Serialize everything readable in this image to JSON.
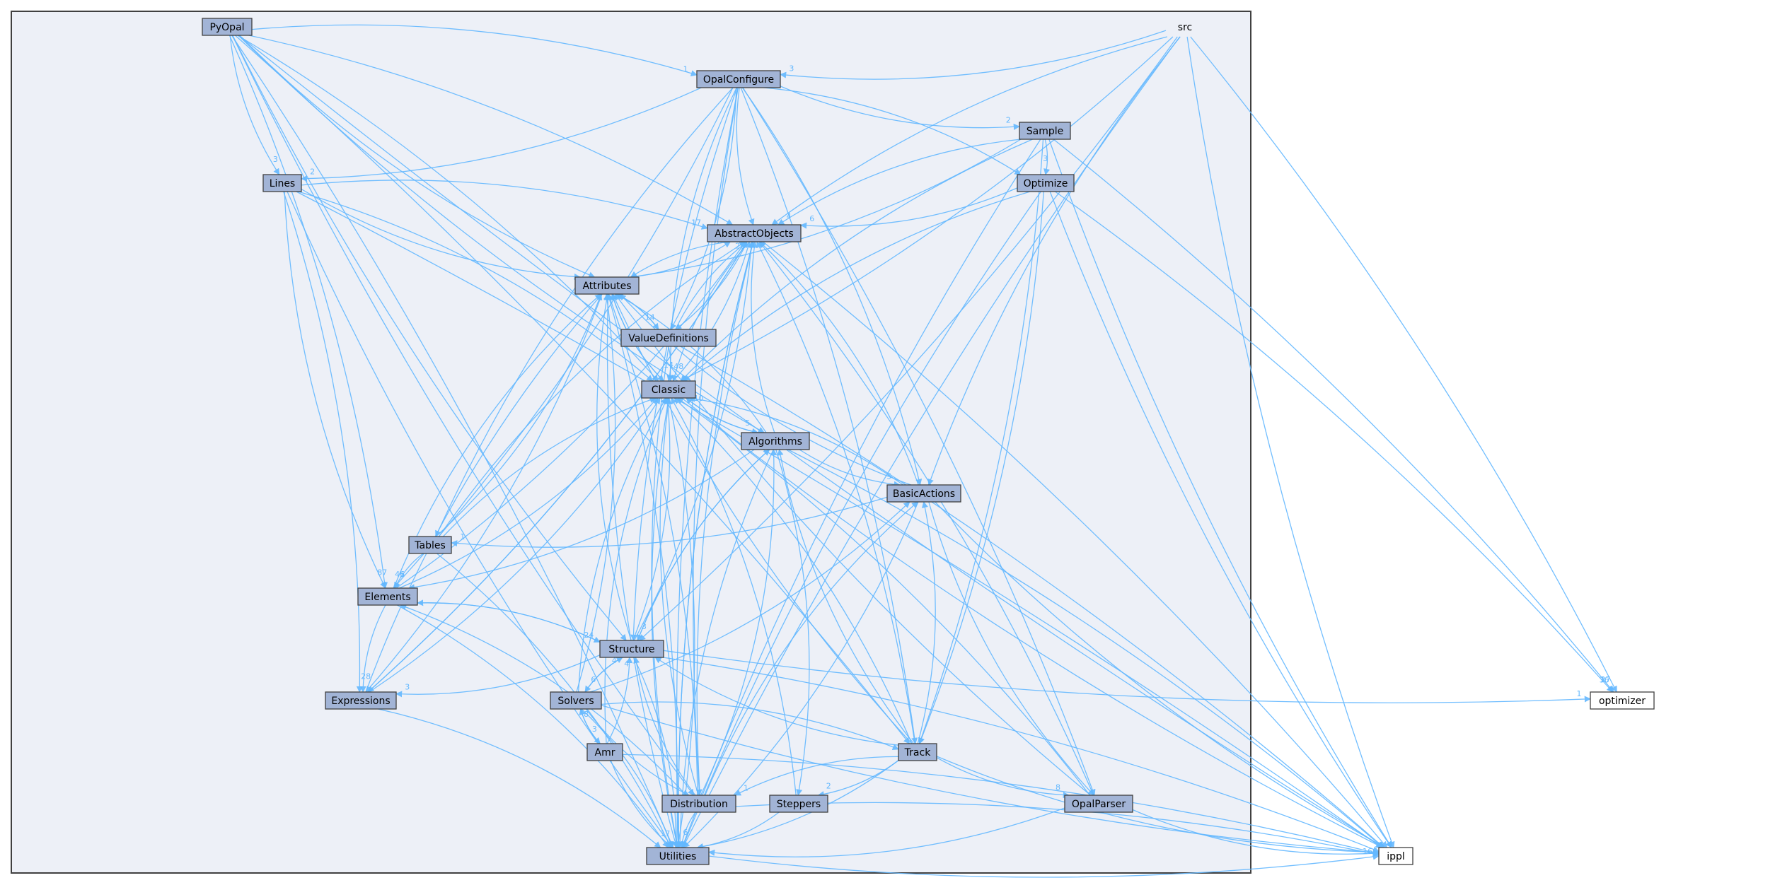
{
  "diagram": {
    "container_label": "src",
    "colors": {
      "background": "#ffffff",
      "cluster_fill": "#edf0f7",
      "cluster_border": "#404040",
      "node_fill": "#a2b4d6",
      "node_border": "#404040",
      "external_fill": "#ffffff",
      "external_border": "#ff0000",
      "edge": "#63b8ff"
    },
    "nodes": [
      {
        "id": "PyOpal",
        "label": "PyOpal"
      },
      {
        "id": "OpalConfigure",
        "label": "OpalConfigure"
      },
      {
        "id": "Sample",
        "label": "Sample"
      },
      {
        "id": "Optimize",
        "label": "Optimize"
      },
      {
        "id": "Lines",
        "label": "Lines"
      },
      {
        "id": "AbstractObjects",
        "label": "AbstractObjects"
      },
      {
        "id": "Attributes",
        "label": "Attributes"
      },
      {
        "id": "ValueDefinitions",
        "label": "ValueDefinitions"
      },
      {
        "id": "Classic",
        "label": "Classic"
      },
      {
        "id": "Algorithms",
        "label": "Algorithms"
      },
      {
        "id": "BasicActions",
        "label": "BasicActions"
      },
      {
        "id": "Tables",
        "label": "Tables"
      },
      {
        "id": "Elements",
        "label": "Elements"
      },
      {
        "id": "Structure",
        "label": "Structure"
      },
      {
        "id": "Expressions",
        "label": "Expressions"
      },
      {
        "id": "Solvers",
        "label": "Solvers"
      },
      {
        "id": "Amr",
        "label": "Amr"
      },
      {
        "id": "Track",
        "label": "Track"
      },
      {
        "id": "Distribution",
        "label": "Distribution"
      },
      {
        "id": "Steppers",
        "label": "Steppers"
      },
      {
        "id": "OpalParser",
        "label": "OpalParser"
      },
      {
        "id": "Utilities",
        "label": "Utilities"
      },
      {
        "id": "optimizer",
        "label": "optimizer",
        "external": true
      },
      {
        "id": "ippl",
        "label": "ippl",
        "external": true
      }
    ],
    "edges": [
      {
        "from": "PyOpal",
        "to": "OpalConfigure",
        "label": "1"
      },
      {
        "from": "PyOpal",
        "to": "Lines",
        "label": "3"
      },
      {
        "from": "PyOpal",
        "to": "AbstractObjects",
        "label": ""
      },
      {
        "from": "PyOpal",
        "to": "Attributes",
        "label": ""
      },
      {
        "from": "PyOpal",
        "to": "Classic",
        "label": ""
      },
      {
        "from": "PyOpal",
        "to": "Algorithms",
        "label": ""
      },
      {
        "from": "PyOpal",
        "to": "Elements",
        "label": "87"
      },
      {
        "from": "PyOpal",
        "to": "Structure",
        "label": ""
      },
      {
        "from": "PyOpal",
        "to": "Track",
        "label": ""
      },
      {
        "from": "PyOpal",
        "to": "Distribution",
        "label": ""
      },
      {
        "from": "PyOpal",
        "to": "Utilities",
        "label": ""
      },
      {
        "from": "PyOpal",
        "to": "ippl",
        "label": ""
      },
      {
        "from": "src",
        "to": "OpalConfigure",
        "label": "3"
      },
      {
        "from": "src",
        "to": "AbstractObjects",
        "label": ""
      },
      {
        "from": "src",
        "to": "Classic",
        "label": ""
      },
      {
        "from": "src",
        "to": "BasicActions",
        "label": ""
      },
      {
        "from": "src",
        "to": "Structure",
        "label": ""
      },
      {
        "from": "src",
        "to": "Utilities",
        "label": ""
      },
      {
        "from": "src",
        "to": "optimizer",
        "label": ""
      },
      {
        "from": "src",
        "to": "ippl",
        "label": ""
      },
      {
        "from": "OpalConfigure",
        "to": "Lines",
        "label": "2"
      },
      {
        "from": "OpalConfigure",
        "to": "Sample",
        "label": "2"
      },
      {
        "from": "OpalConfigure",
        "to": "Optimize",
        "label": ""
      },
      {
        "from": "OpalConfigure",
        "to": "AbstractObjects",
        "label": ""
      },
      {
        "from": "OpalConfigure",
        "to": "ValueDefinitions",
        "label": ""
      },
      {
        "from": "OpalConfigure",
        "to": "Classic",
        "label": ""
      },
      {
        "from": "OpalConfigure",
        "to": "BasicActions",
        "label": ""
      },
      {
        "from": "OpalConfigure",
        "to": "Tables",
        "label": ""
      },
      {
        "from": "OpalConfigure",
        "to": "Elements",
        "label": "46"
      },
      {
        "from": "OpalConfigure",
        "to": "Structure",
        "label": ""
      },
      {
        "from": "OpalConfigure",
        "to": "Track",
        "label": ""
      },
      {
        "from": "OpalConfigure",
        "to": "Distribution",
        "label": ""
      },
      {
        "from": "OpalConfigure",
        "to": "OpalParser",
        "label": ""
      },
      {
        "from": "OpalConfigure",
        "to": "Utilities",
        "label": ""
      },
      {
        "from": "Sample",
        "to": "Optimize",
        "label": "3"
      },
      {
        "from": "Sample",
        "to": "AbstractObjects",
        "label": "4"
      },
      {
        "from": "Sample",
        "to": "Attributes",
        "label": ""
      },
      {
        "from": "Sample",
        "to": "Classic",
        "label": ""
      },
      {
        "from": "Sample",
        "to": "Track",
        "label": ""
      },
      {
        "from": "Sample",
        "to": "Utilities",
        "label": ""
      },
      {
        "from": "Sample",
        "to": "optimizer",
        "label": "27"
      },
      {
        "from": "Sample",
        "to": "ippl",
        "label": ""
      },
      {
        "from": "Optimize",
        "to": "AbstractObjects",
        "label": "6"
      },
      {
        "from": "Optimize",
        "to": "Classic",
        "label": ""
      },
      {
        "from": "Optimize",
        "to": "Track",
        "label": ""
      },
      {
        "from": "Optimize",
        "to": "Utilities",
        "label": ""
      },
      {
        "from": "Optimize",
        "to": "optimizer",
        "label": "36"
      },
      {
        "from": "Optimize",
        "to": "ippl",
        "label": ""
      },
      {
        "from": "Lines",
        "to": "AbstractObjects",
        "label": "17"
      },
      {
        "from": "Lines",
        "to": "Attributes",
        "label": ""
      },
      {
        "from": "Lines",
        "to": "Classic",
        "label": ""
      },
      {
        "from": "Lines",
        "to": "Elements",
        "label": ""
      },
      {
        "from": "Lines",
        "to": "Expressions",
        "label": ""
      },
      {
        "from": "Lines",
        "to": "Utilities",
        "label": ""
      },
      {
        "from": "Lines",
        "to": "ippl",
        "label": ""
      },
      {
        "from": "AbstractObjects",
        "to": "Attributes",
        "label": ""
      },
      {
        "from": "AbstractObjects",
        "to": "ValueDefinitions",
        "label": ""
      },
      {
        "from": "AbstractObjects",
        "to": "Classic",
        "label": "48"
      },
      {
        "from": "AbstractObjects",
        "to": "Expressions",
        "label": ""
      },
      {
        "from": "AbstractObjects",
        "to": "Utilities",
        "label": ""
      },
      {
        "from": "AbstractObjects",
        "to": "ippl",
        "label": ""
      },
      {
        "from": "Attributes",
        "to": "AbstractObjects",
        "label": "8"
      },
      {
        "from": "Attributes",
        "to": "ValueDefinitions",
        "label": "14"
      },
      {
        "from": "Attributes",
        "to": "Classic",
        "label": ""
      },
      {
        "from": "Attributes",
        "to": "Expressions",
        "label": ""
      },
      {
        "from": "Attributes",
        "to": "Utilities",
        "label": ""
      },
      {
        "from": "ValueDefinitions",
        "to": "AbstractObjects",
        "label": "25"
      },
      {
        "from": "ValueDefinitions",
        "to": "Attributes",
        "label": ""
      },
      {
        "from": "ValueDefinitions",
        "to": "Classic",
        "label": "14"
      },
      {
        "from": "ValueDefinitions",
        "to": "Utilities",
        "label": ""
      },
      {
        "from": "ValueDefinitions",
        "to": "ippl",
        "label": ""
      },
      {
        "from": "Classic",
        "to": "AbstractObjects",
        "label": ""
      },
      {
        "from": "Classic",
        "to": "Attributes",
        "label": ""
      },
      {
        "from": "Classic",
        "to": "Algorithms",
        "label": "5"
      },
      {
        "from": "Classic",
        "to": "Utilities",
        "label": ""
      },
      {
        "from": "Classic",
        "to": "ippl",
        "label": ""
      },
      {
        "from": "Algorithms",
        "to": "AbstractObjects",
        "label": ""
      },
      {
        "from": "Algorithms",
        "to": "Attributes",
        "label": ""
      },
      {
        "from": "Algorithms",
        "to": "Classic",
        "label": "110"
      },
      {
        "from": "Algorithms",
        "to": "BasicActions",
        "label": "5"
      },
      {
        "from": "Algorithms",
        "to": "Elements",
        "label": ""
      },
      {
        "from": "Algorithms",
        "to": "Structure",
        "label": "3"
      },
      {
        "from": "Algorithms",
        "to": "Steppers",
        "label": ""
      },
      {
        "from": "Algorithms",
        "to": "Utilities",
        "label": ""
      },
      {
        "from": "Algorithms",
        "to": "ippl",
        "label": ""
      },
      {
        "from": "BasicActions",
        "to": "AbstractObjects",
        "label": ""
      },
      {
        "from": "BasicActions",
        "to": "Attributes",
        "label": ""
      },
      {
        "from": "BasicActions",
        "to": "Classic",
        "label": ""
      },
      {
        "from": "BasicActions",
        "to": "Tables",
        "label": "1"
      },
      {
        "from": "BasicActions",
        "to": "OpalParser",
        "label": ""
      },
      {
        "from": "BasicActions",
        "to": "Utilities",
        "label": ""
      },
      {
        "from": "BasicActions",
        "to": "ippl",
        "label": ""
      },
      {
        "from": "Tables",
        "to": "AbstractObjects",
        "label": ""
      },
      {
        "from": "Tables",
        "to": "Attributes",
        "label": ""
      },
      {
        "from": "Tables",
        "to": "Classic",
        "label": ""
      },
      {
        "from": "Tables",
        "to": "Elements",
        "label": "5"
      },
      {
        "from": "Tables",
        "to": "Utilities",
        "label": ""
      },
      {
        "from": "Elements",
        "to": "AbstractObjects",
        "label": ""
      },
      {
        "from": "Elements",
        "to": "Attributes",
        "label": ""
      },
      {
        "from": "Elements",
        "to": "Classic",
        "label": ""
      },
      {
        "from": "Elements",
        "to": "Structure",
        "label": "24"
      },
      {
        "from": "Elements",
        "to": "Expressions",
        "label": "28"
      },
      {
        "from": "Elements",
        "to": "Utilities",
        "label": ""
      },
      {
        "from": "Structure",
        "to": "AbstractObjects",
        "label": ""
      },
      {
        "from": "Structure",
        "to": "Attributes",
        "label": ""
      },
      {
        "from": "Structure",
        "to": "Classic",
        "label": ""
      },
      {
        "from": "Structure",
        "to": "Algorithms",
        "label": ""
      },
      {
        "from": "Structure",
        "to": "Elements",
        "label": ""
      },
      {
        "from": "Structure",
        "to": "Expressions",
        "label": "3"
      },
      {
        "from": "Structure",
        "to": "Solvers",
        "label": "6"
      },
      {
        "from": "Structure",
        "to": "Utilities",
        "label": ""
      },
      {
        "from": "Structure",
        "to": "optimizer",
        "label": "1"
      },
      {
        "from": "Structure",
        "to": "ippl",
        "label": ""
      },
      {
        "from": "Expressions",
        "to": "AbstractObjects",
        "label": ""
      },
      {
        "from": "Expressions",
        "to": "Attributes",
        "label": ""
      },
      {
        "from": "Expressions",
        "to": "Classic",
        "label": ""
      },
      {
        "from": "Expressions",
        "to": "Utilities",
        "label": ""
      },
      {
        "from": "Solvers",
        "to": "Attributes",
        "label": ""
      },
      {
        "from": "Solvers",
        "to": "Classic",
        "label": ""
      },
      {
        "from": "Solvers",
        "to": "BasicActions",
        "label": ""
      },
      {
        "from": "Solvers",
        "to": "Structure",
        "label": "4"
      },
      {
        "from": "Solvers",
        "to": "Amr",
        "label": "3"
      },
      {
        "from": "Solvers",
        "to": "Track",
        "label": ""
      },
      {
        "from": "Solvers",
        "to": "Distribution",
        "label": ""
      },
      {
        "from": "Solvers",
        "to": "Utilities",
        "label": ""
      },
      {
        "from": "Solvers",
        "to": "ippl",
        "label": ""
      },
      {
        "from": "Amr",
        "to": "Classic",
        "label": ""
      },
      {
        "from": "Amr",
        "to": "Structure",
        "label": "4"
      },
      {
        "from": "Amr",
        "to": "Solvers",
        "label": "8"
      },
      {
        "from": "Amr",
        "to": "Utilities",
        "label": "17"
      },
      {
        "from": "Amr",
        "to": "ippl",
        "label": ""
      },
      {
        "from": "Track",
        "to": "AbstractObjects",
        "label": ""
      },
      {
        "from": "Track",
        "to": "Attributes",
        "label": ""
      },
      {
        "from": "Track",
        "to": "Classic",
        "label": ""
      },
      {
        "from": "Track",
        "to": "Algorithms",
        "label": ""
      },
      {
        "from": "Track",
        "to": "BasicActions",
        "label": ""
      },
      {
        "from": "Track",
        "to": "Structure",
        "label": ""
      },
      {
        "from": "Track",
        "to": "Distribution",
        "label": "1"
      },
      {
        "from": "Track",
        "to": "Steppers",
        "label": "2"
      },
      {
        "from": "Track",
        "to": "OpalParser",
        "label": "8"
      },
      {
        "from": "Track",
        "to": "Utilities",
        "label": ""
      },
      {
        "from": "Track",
        "to": "ippl",
        "label": ""
      },
      {
        "from": "Distribution",
        "to": "AbstractObjects",
        "label": ""
      },
      {
        "from": "Distribution",
        "to": "Attributes",
        "label": ""
      },
      {
        "from": "Distribution",
        "to": "Classic",
        "label": ""
      },
      {
        "from": "Distribution",
        "to": "Algorithms",
        "label": ""
      },
      {
        "from": "Distribution",
        "to": "BasicActions",
        "label": ""
      },
      {
        "from": "Distribution",
        "to": "Elements",
        "label": ""
      },
      {
        "from": "Distribution",
        "to": "Structure",
        "label": ""
      },
      {
        "from": "Distribution",
        "to": "Utilities",
        "label": "6"
      },
      {
        "from": "Distribution",
        "to": "ippl",
        "label": ""
      },
      {
        "from": "Steppers",
        "to": "Classic",
        "label": ""
      },
      {
        "from": "Steppers",
        "to": "Utilities",
        "label": ""
      },
      {
        "from": "OpalParser",
        "to": "AbstractObjects",
        "label": ""
      },
      {
        "from": "OpalParser",
        "to": "Attributes",
        "label": ""
      },
      {
        "from": "OpalParser",
        "to": "Classic",
        "label": ""
      },
      {
        "from": "OpalParser",
        "to": "Utilities",
        "label": ""
      },
      {
        "from": "OpalParser",
        "to": "ippl",
        "label": ""
      },
      {
        "from": "Utilities",
        "to": "AbstractObjects",
        "label": ""
      },
      {
        "from": "Utilities",
        "to": "Attributes",
        "label": ""
      },
      {
        "from": "Utilities",
        "to": "Classic",
        "label": ""
      },
      {
        "from": "Utilities",
        "to": "ippl",
        "label": "16"
      }
    ]
  }
}
